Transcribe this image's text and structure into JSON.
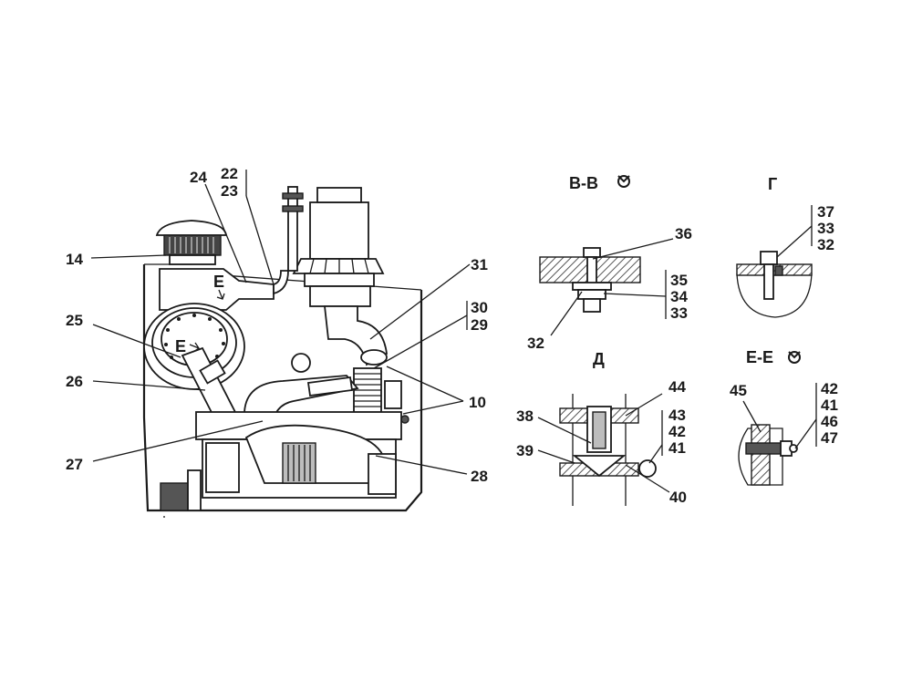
{
  "callouts": {
    "c14": "14",
    "c22": "22",
    "c23": "23",
    "c24": "24",
    "c25": "25",
    "c26": "26",
    "c27": "27",
    "c28": "28",
    "c29": "29",
    "c30": "30",
    "c31": "31",
    "c10": "10",
    "c32a": "32",
    "c33a": "33",
    "c34": "34",
    "c35": "35",
    "c36": "36",
    "c37": "37",
    "c33b": "33",
    "c32b": "32",
    "c38": "38",
    "c39": "39",
    "c40": "40",
    "c41a": "41",
    "c42a": "42",
    "c43": "43",
    "c44": "44",
    "c45": "45",
    "c42b": "42",
    "c41b": "41",
    "c46": "46",
    "c47": "47"
  },
  "section_markers": {
    "e_upper": "Е",
    "e_lower": "Е"
  },
  "views": {
    "vv": {
      "title": "В-В",
      "rotation_symbol": "rotated-view-icon"
    },
    "g": {
      "title": "Г"
    },
    "d": {
      "title": "Д"
    },
    "ee": {
      "title": "Е-Е",
      "rotation_symbol": "rotated-view-icon"
    }
  },
  "colors": {
    "line": "#1a1a1a",
    "background": "#ffffff",
    "hatch": "#777777"
  }
}
